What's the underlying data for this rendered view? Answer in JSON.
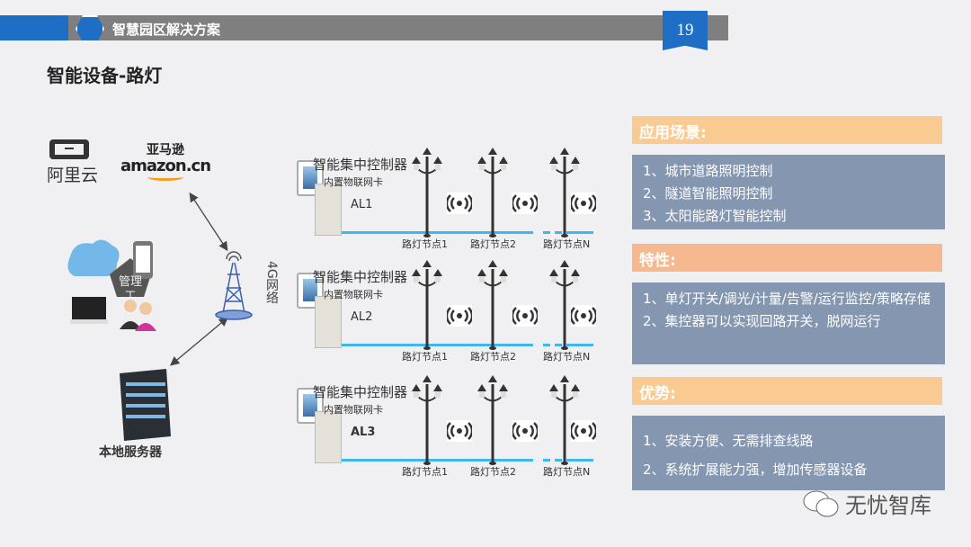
{
  "header": {
    "section_title": "智慧园区解决方案",
    "page_number": "19"
  },
  "page_title": "智能设备-路灯",
  "left": {
    "aliyun_label": "阿里云",
    "amazon_label_cn": "亚马逊",
    "amazon_label": "amazon.cn",
    "mgmt_label": "管理工",
    "network_label": "4G网络",
    "server_label": "本地服务器"
  },
  "controllers": [
    {
      "title": "智能集中控制器",
      "sub": "内置物联网卡",
      "loop": "AL1",
      "nodes": [
        "路灯节点1",
        "路灯节点2",
        "路灯节点N"
      ]
    },
    {
      "title": "智能集中控制器",
      "sub": "内置物联网卡",
      "loop": "AL2",
      "nodes": [
        "路灯节点1",
        "路灯节点2",
        "路灯节点N"
      ]
    },
    {
      "title": "智能集中控制器",
      "sub": "内置物联网卡",
      "loop": "AL3",
      "nodes": [
        "路灯节点1",
        "路灯节点2",
        "路灯节点N"
      ]
    }
  ],
  "sections": [
    {
      "title": "应用场景:",
      "items": [
        "1、城市道路照明控制",
        "2、隧道智能照明控制",
        "3、太阳能路灯智能控制"
      ]
    },
    {
      "title": "特性:",
      "items": [
        "1、单灯开关/调光/计量/告警/运行监控/策略存储",
        "2、集控器可以实现回路开关，脱网运行"
      ]
    },
    {
      "title": "优势:",
      "items": [
        "1、安装方便、无需排查线路",
        "2、系统扩展能力强，增加传感器设备"
      ]
    }
  ],
  "watermark": "无忧智库",
  "colors": {
    "blue": "#1f6ec6",
    "header_gray": "#7f7f7f",
    "section_header": "#f9cb93",
    "section_body": "#8496b0",
    "line": "#3fb7e8"
  }
}
